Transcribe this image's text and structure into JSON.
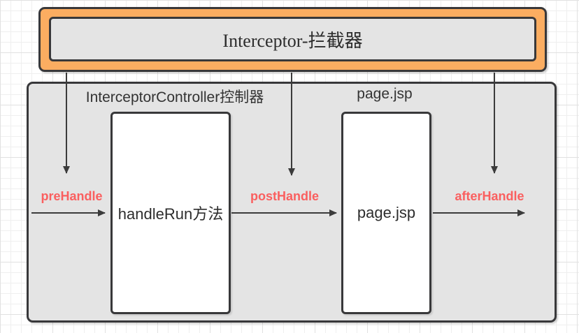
{
  "diagram": {
    "title": "Interceptor-拦截器",
    "labels": {
      "controller": "InterceptorController控制器",
      "page_top": "page.jsp"
    },
    "nodes": {
      "handler": "handleRun方法",
      "page": "page.jsp"
    },
    "edge_labels": {
      "pre": "preHandle",
      "post": "postHandle",
      "after": "afterHandle"
    },
    "edges": [
      {
        "label": "preHandle",
        "from": "Interceptor-拦截器",
        "to": "handleRun方法"
      },
      {
        "label": "postHandle",
        "from": "handleRun方法",
        "to": "page.jsp"
      },
      {
        "label": "afterHandle",
        "from": "page.jsp",
        "to": "out"
      }
    ],
    "colors": {
      "banner_fill": "#FBAD61",
      "panel_fill": "#E4E4E4",
      "node_fill": "#FFFFFF",
      "border": "#38383A",
      "edge_label_text": "#FA5F5F",
      "text": "#2D2D2D"
    }
  }
}
